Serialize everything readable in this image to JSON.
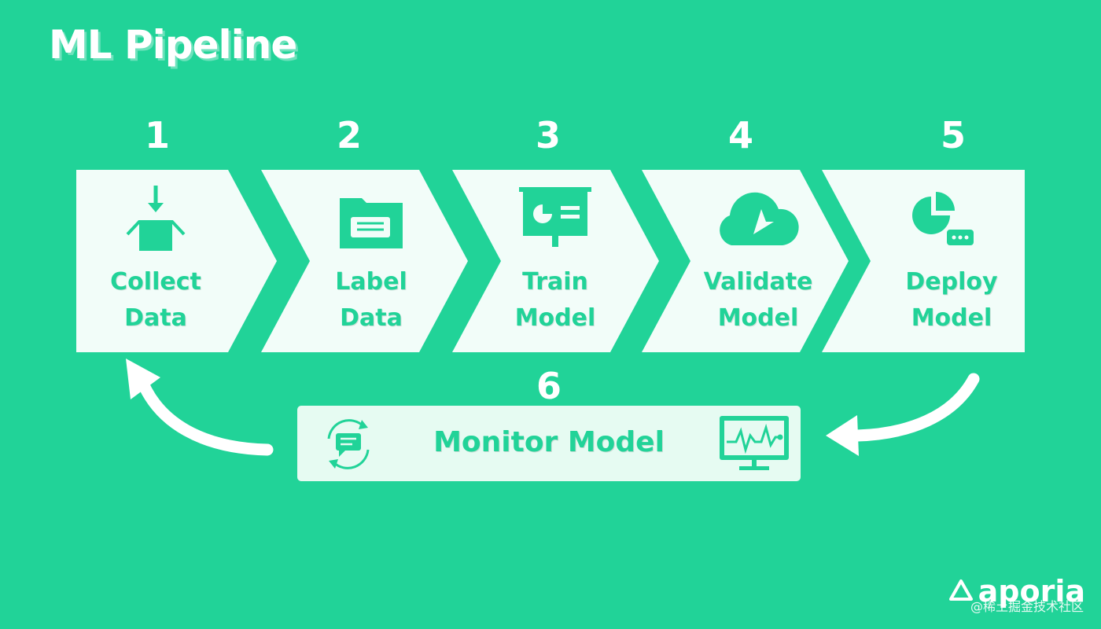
{
  "title": "ML Pipeline",
  "steps": [
    {
      "number": "1",
      "label_line1": "Collect",
      "label_line2": "Data",
      "icon": "box-download-icon"
    },
    {
      "number": "2",
      "label_line1": "Label",
      "label_line2": "Data",
      "icon": "folder-icon"
    },
    {
      "number": "3",
      "label_line1": "Train",
      "label_line2": "Model",
      "icon": "presentation-board-icon"
    },
    {
      "number": "4",
      "label_line1": "Validate",
      "label_line2": "Model",
      "icon": "cloud-cursor-icon"
    },
    {
      "number": "5",
      "label_line1": "Deploy",
      "label_line2": "Model",
      "icon": "pie-chart-chat-icon"
    }
  ],
  "monitor": {
    "number": "6",
    "label": "Monitor Model",
    "left_icon": "refresh-chat-icon",
    "right_icon": "monitor-chart-icon"
  },
  "brand": {
    "name": "aporia",
    "watermark": "@稀土掘金技术社区"
  },
  "colors": {
    "background": "#21d398",
    "panel": "#f2fdf9",
    "accent": "#21d398"
  }
}
